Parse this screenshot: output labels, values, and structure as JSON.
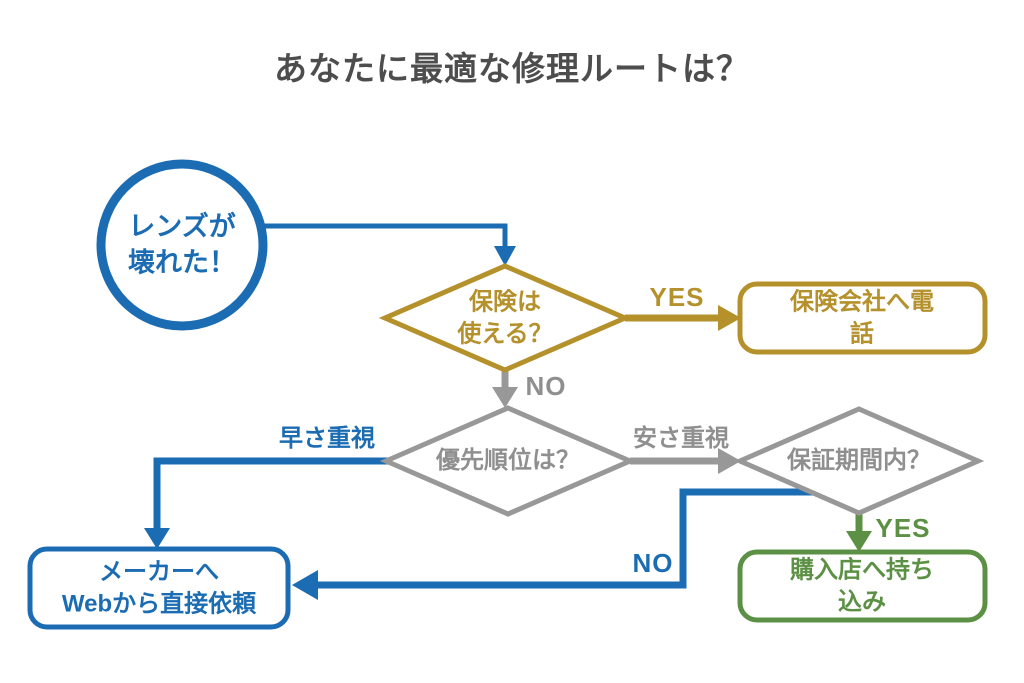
{
  "title": "あなたに最適な修理ルートは？",
  "colors": {
    "blue": "#1b6cb2",
    "gold": "#b5912c",
    "gray": "#989898",
    "green": "#5c9145",
    "title_text": "#4d4d4d",
    "background": "#ffffff"
  },
  "nodes": {
    "start": {
      "type": "circle",
      "label": "レンズが\n壊れた！"
    },
    "insurance_decision": {
      "type": "diamond",
      "label": "保険は\n使える？"
    },
    "insurance_result": {
      "type": "rounded-box",
      "label": "保険会社へ電話"
    },
    "priority_decision": {
      "type": "diamond",
      "label": "優先順位は？"
    },
    "warranty_decision": {
      "type": "diamond",
      "label": "保証期間内？"
    },
    "purchase_result": {
      "type": "rounded-box",
      "label": "購入店へ持ち込み"
    },
    "maker_result": {
      "type": "rounded-box",
      "label": "メーカーへ\nWebから直接依頼"
    }
  },
  "edge_labels": {
    "insurance_yes": "YES",
    "insurance_no": "NO",
    "priority_speed": "早さ重視",
    "priority_cheap": "安さ重視",
    "warranty_yes": "YES",
    "warranty_no": "NO"
  }
}
